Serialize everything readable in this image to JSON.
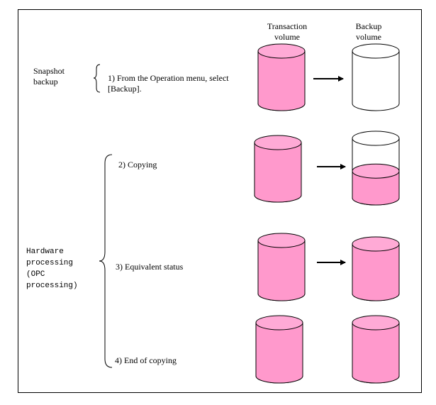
{
  "headers": {
    "transaction_line1": "Transaction",
    "transaction_line2": "volume",
    "backup_line1": "Backup",
    "backup_line2": "volume"
  },
  "group_snapshot": {
    "line1": "Snapshot",
    "line2": "backup"
  },
  "group_hardware": {
    "line1": "Hardware",
    "line2": "processing",
    "line3": "(OPC",
    "line4": "processing)"
  },
  "steps": [
    {
      "line1": "1) From the Operation menu, select",
      "line2": "[Backup]."
    },
    {
      "line1": "2) Copying"
    },
    {
      "line1": "3) Equivalent status"
    },
    {
      "line1": "4) End of copying"
    }
  ],
  "colors": {
    "pink_fill": "#ff99cc",
    "pink_top": "#ffaad6",
    "outline": "#000000",
    "empty_fill": "#ffffff"
  },
  "backup_fill_level": [
    0,
    0.45,
    1,
    1
  ]
}
